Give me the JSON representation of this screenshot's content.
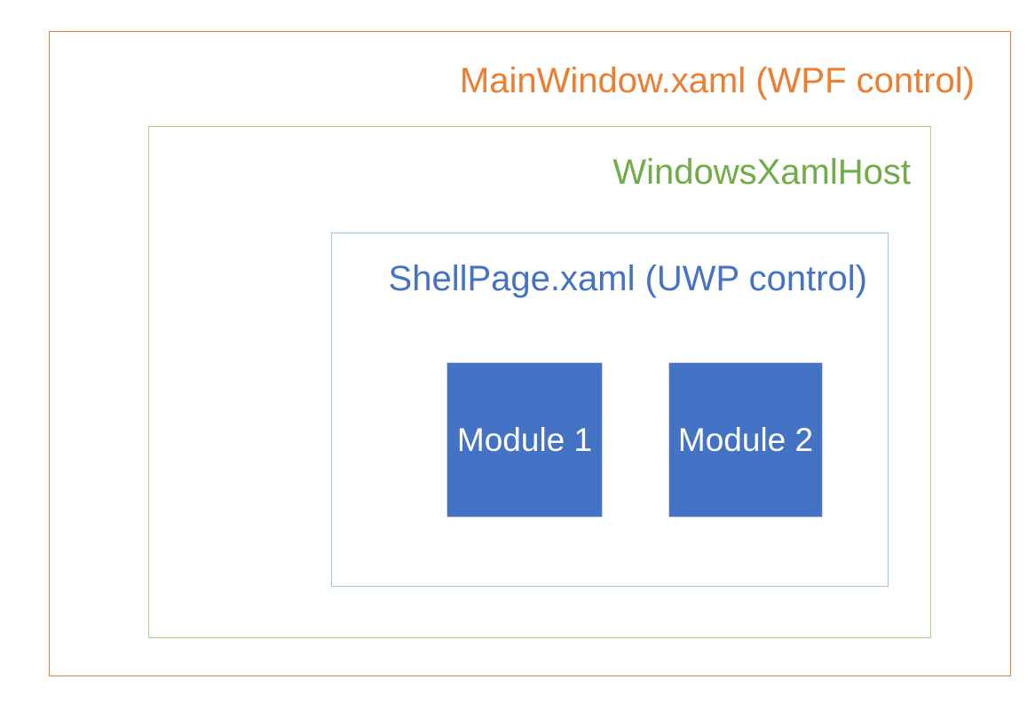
{
  "diagram": {
    "title_visible": false,
    "background": "#FFFFFF",
    "layers": [
      {
        "id": "wpf",
        "label": "MainWindow.xaml (WPF control)",
        "border_color": "#ED7D31",
        "text_color": "#ED7D31"
      },
      {
        "id": "xamlhost",
        "label": "WindowsXamlHost",
        "border_color": "#A9D18E",
        "text_color": "#70AD47"
      },
      {
        "id": "uwp",
        "label": "ShellPage.xaml (UWP control)",
        "border_color": "#9DC3E6",
        "text_color": "#4472C4"
      }
    ],
    "modules": [
      {
        "id": "module-1",
        "label": "Module 1",
        "fill": "#4472C4",
        "text_color": "#FFFFFF"
      },
      {
        "id": "module-2",
        "label": "Module 2",
        "fill": "#4472C4",
        "text_color": "#FFFFFF"
      }
    ]
  }
}
